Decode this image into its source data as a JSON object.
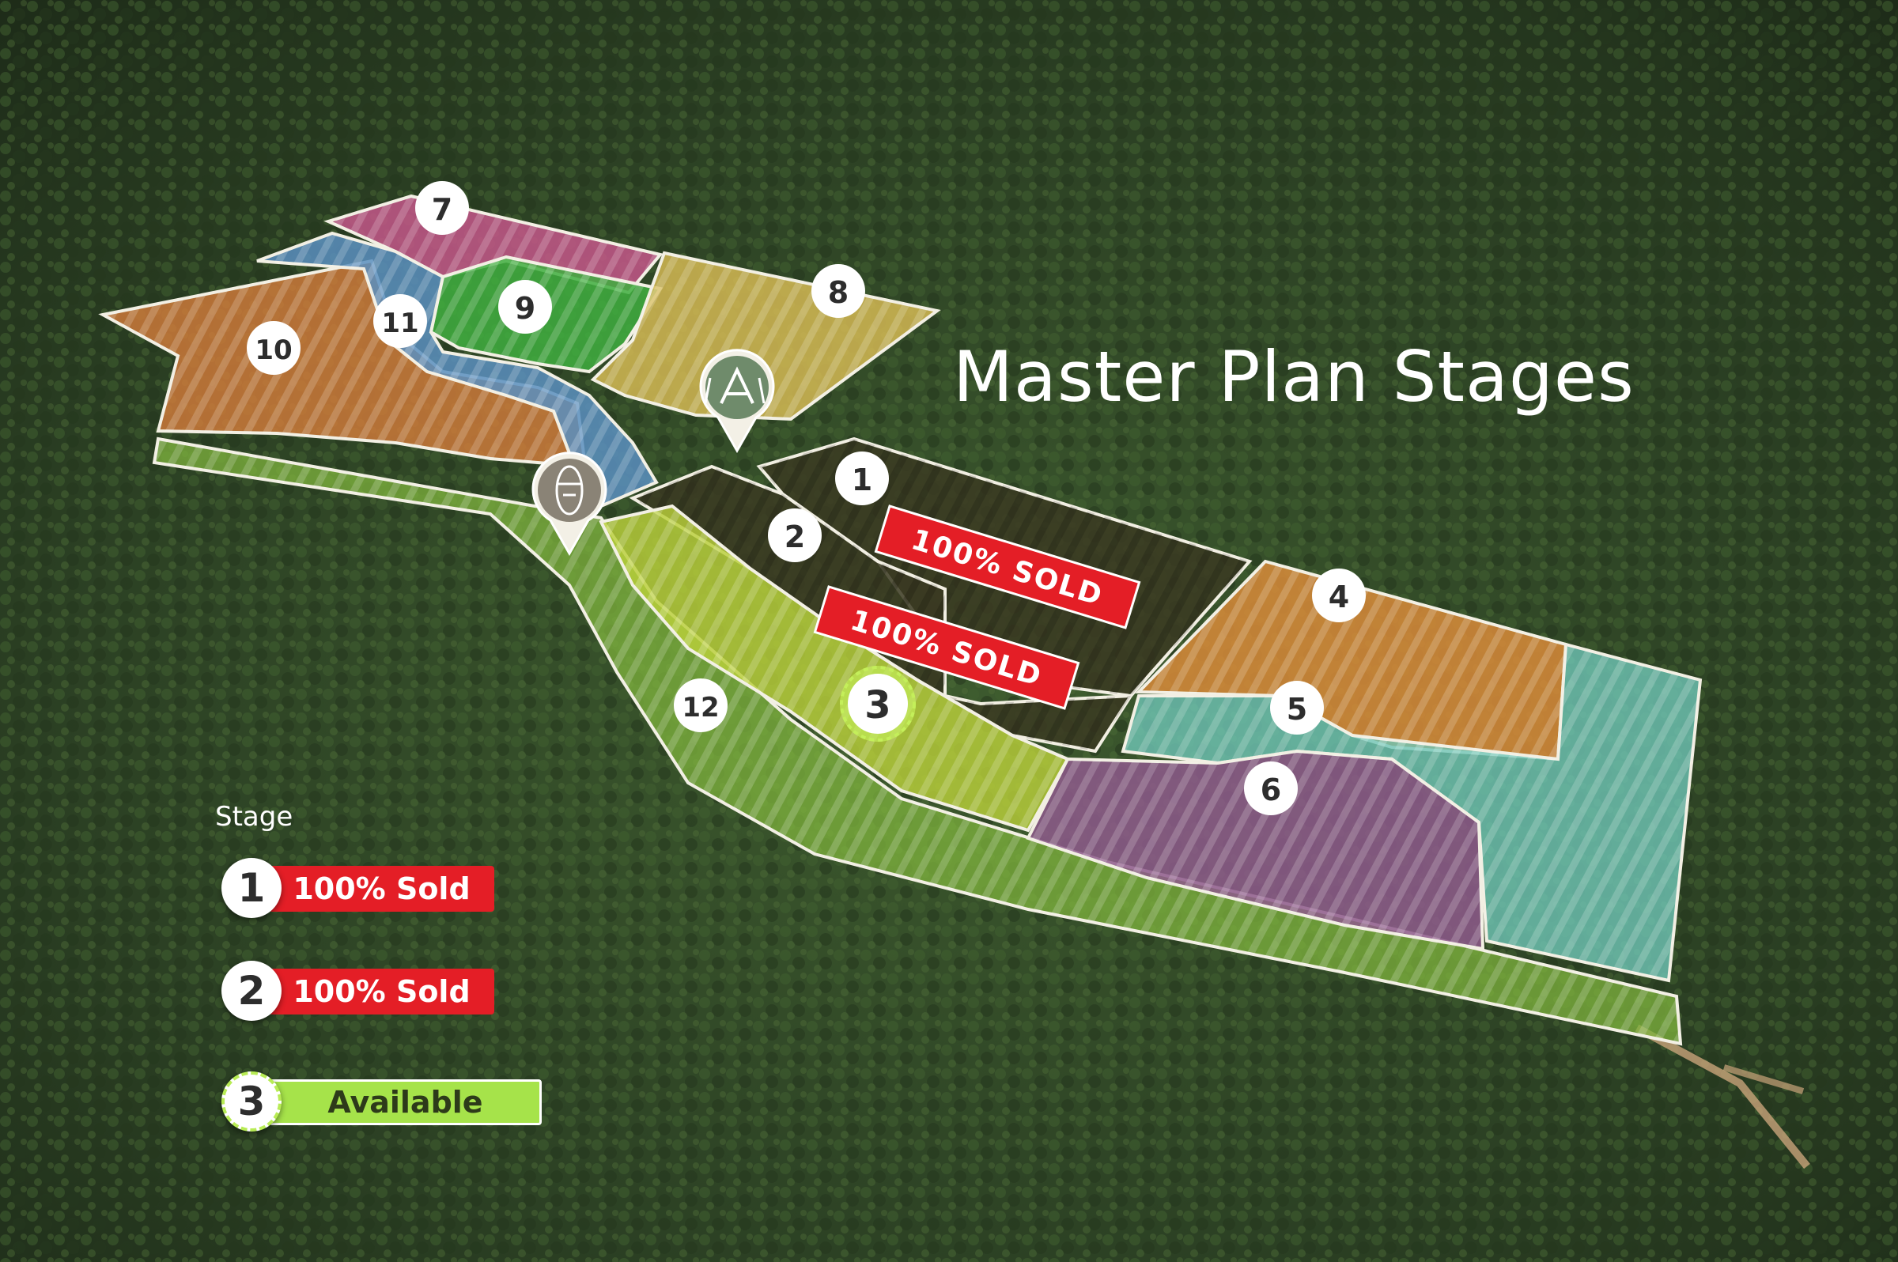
{
  "title": "Master Plan Stages",
  "legend": {
    "title": "Stage",
    "items": [
      {
        "stage": "1",
        "status": "100% Sold",
        "color": "#e41e26"
      },
      {
        "stage": "2",
        "status": "100% Sold",
        "color": "#e41e26"
      },
      {
        "stage": "3",
        "status": "Available",
        "color": "#a6e34a"
      }
    ]
  },
  "banners": [
    {
      "text": "100% SOLD"
    },
    {
      "text": "100% SOLD"
    }
  ],
  "stages": [
    {
      "label": "1",
      "color": "#3b3a22"
    },
    {
      "label": "2",
      "color": "#3b3a22"
    },
    {
      "label": "3",
      "color": "#b9cf3a"
    },
    {
      "label": "4",
      "color": "#d98b3a"
    },
    {
      "label": "5",
      "color": "#6fc6b6"
    },
    {
      "label": "6",
      "color": "#8e5a8c"
    },
    {
      "label": "7",
      "color": "#c4578a"
    },
    {
      "label": "8",
      "color": "#d3b954"
    },
    {
      "label": "9",
      "color": "#3fae3f"
    },
    {
      "label": "10",
      "color": "#d27b3b"
    },
    {
      "label": "11",
      "color": "#5a8fbf"
    },
    {
      "label": "12",
      "color": "#7fb33d"
    }
  ],
  "colors": {
    "forest": "#2f4526",
    "sold": "#e41e26",
    "available": "#a6e34a"
  }
}
